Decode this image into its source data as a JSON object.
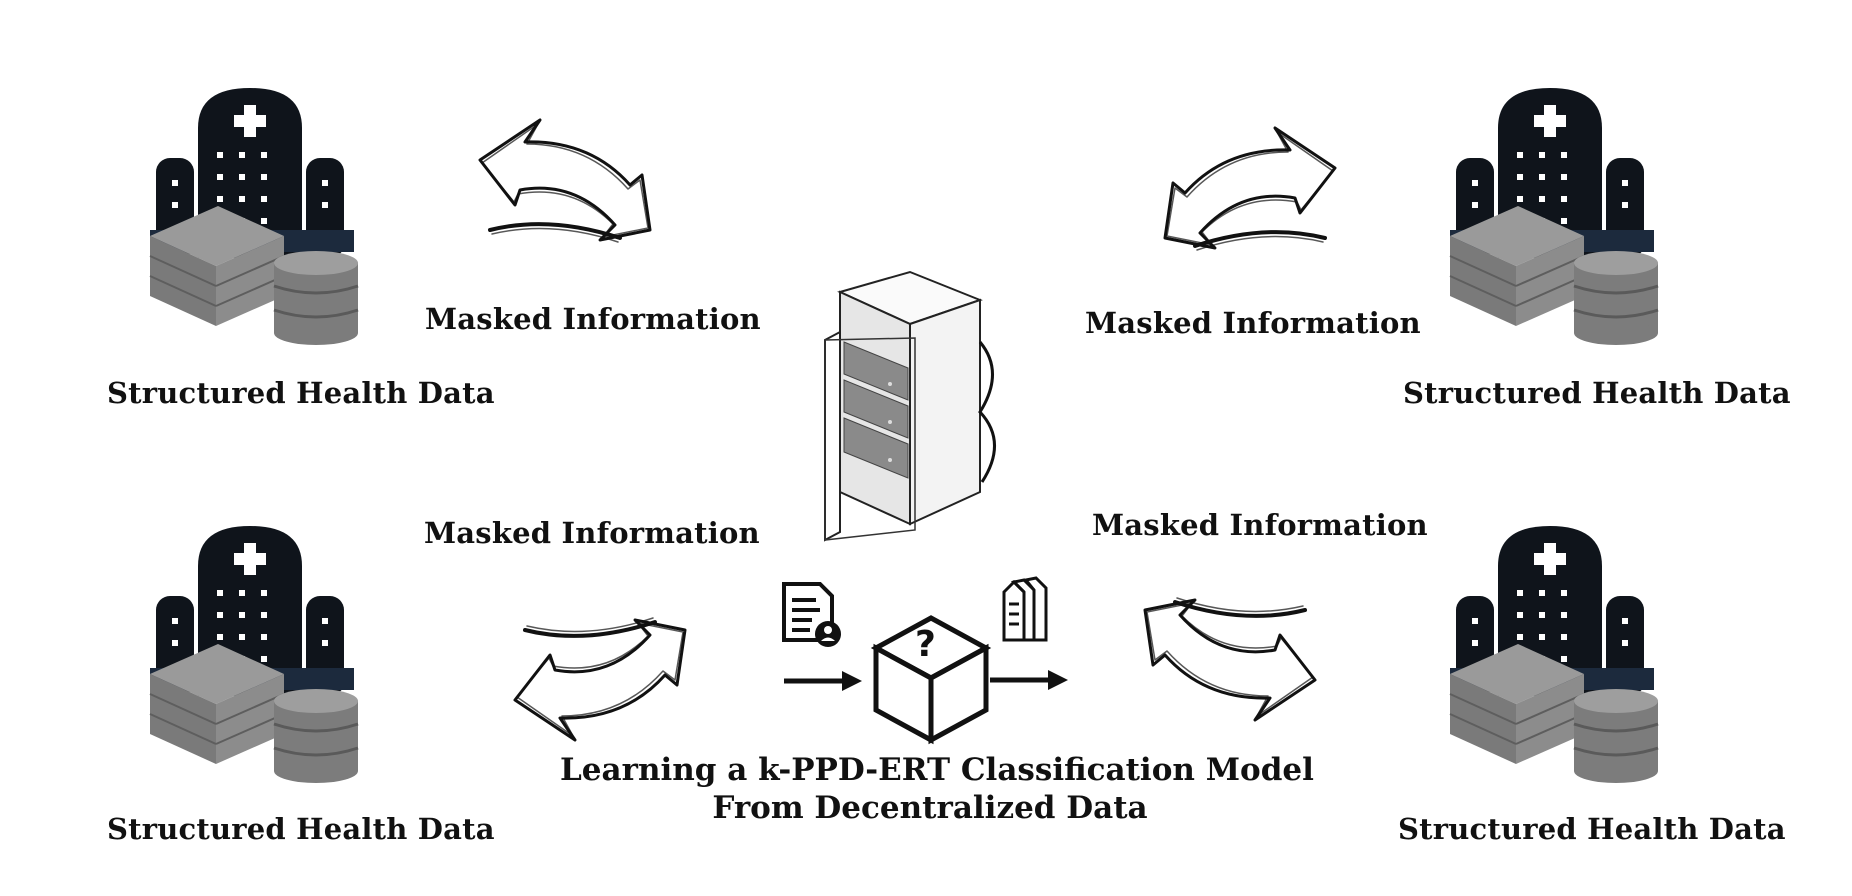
{
  "sites": [
    {
      "label": "Structured Health Data"
    },
    {
      "label": "Structured Health Data"
    },
    {
      "label": "Structured Health Data"
    },
    {
      "label": "Structured Health Data"
    }
  ],
  "exchange_labels": [
    "Masked Information",
    "Masked Information",
    "Masked Information",
    "Masked Information"
  ],
  "model": {
    "caption_line1": "Learning a k-PPD-ERT Classification Model",
    "caption_line2": "From Decentralized Data",
    "box_symbol": "?"
  },
  "icons": {
    "hospital": "hospital-building-icon",
    "server": "server-stack-icon",
    "database": "database-cylinder-icon",
    "rack": "server-rack-icon",
    "input_doc": "patient-document-icon",
    "output_docs": "documents-stack-icon",
    "exchange": "bidirectional-arrow-icon"
  },
  "colors": {
    "building": "#0f141b",
    "building_base": "#1c2a3d",
    "server": "#8a8a8a",
    "ink": "#111111"
  }
}
